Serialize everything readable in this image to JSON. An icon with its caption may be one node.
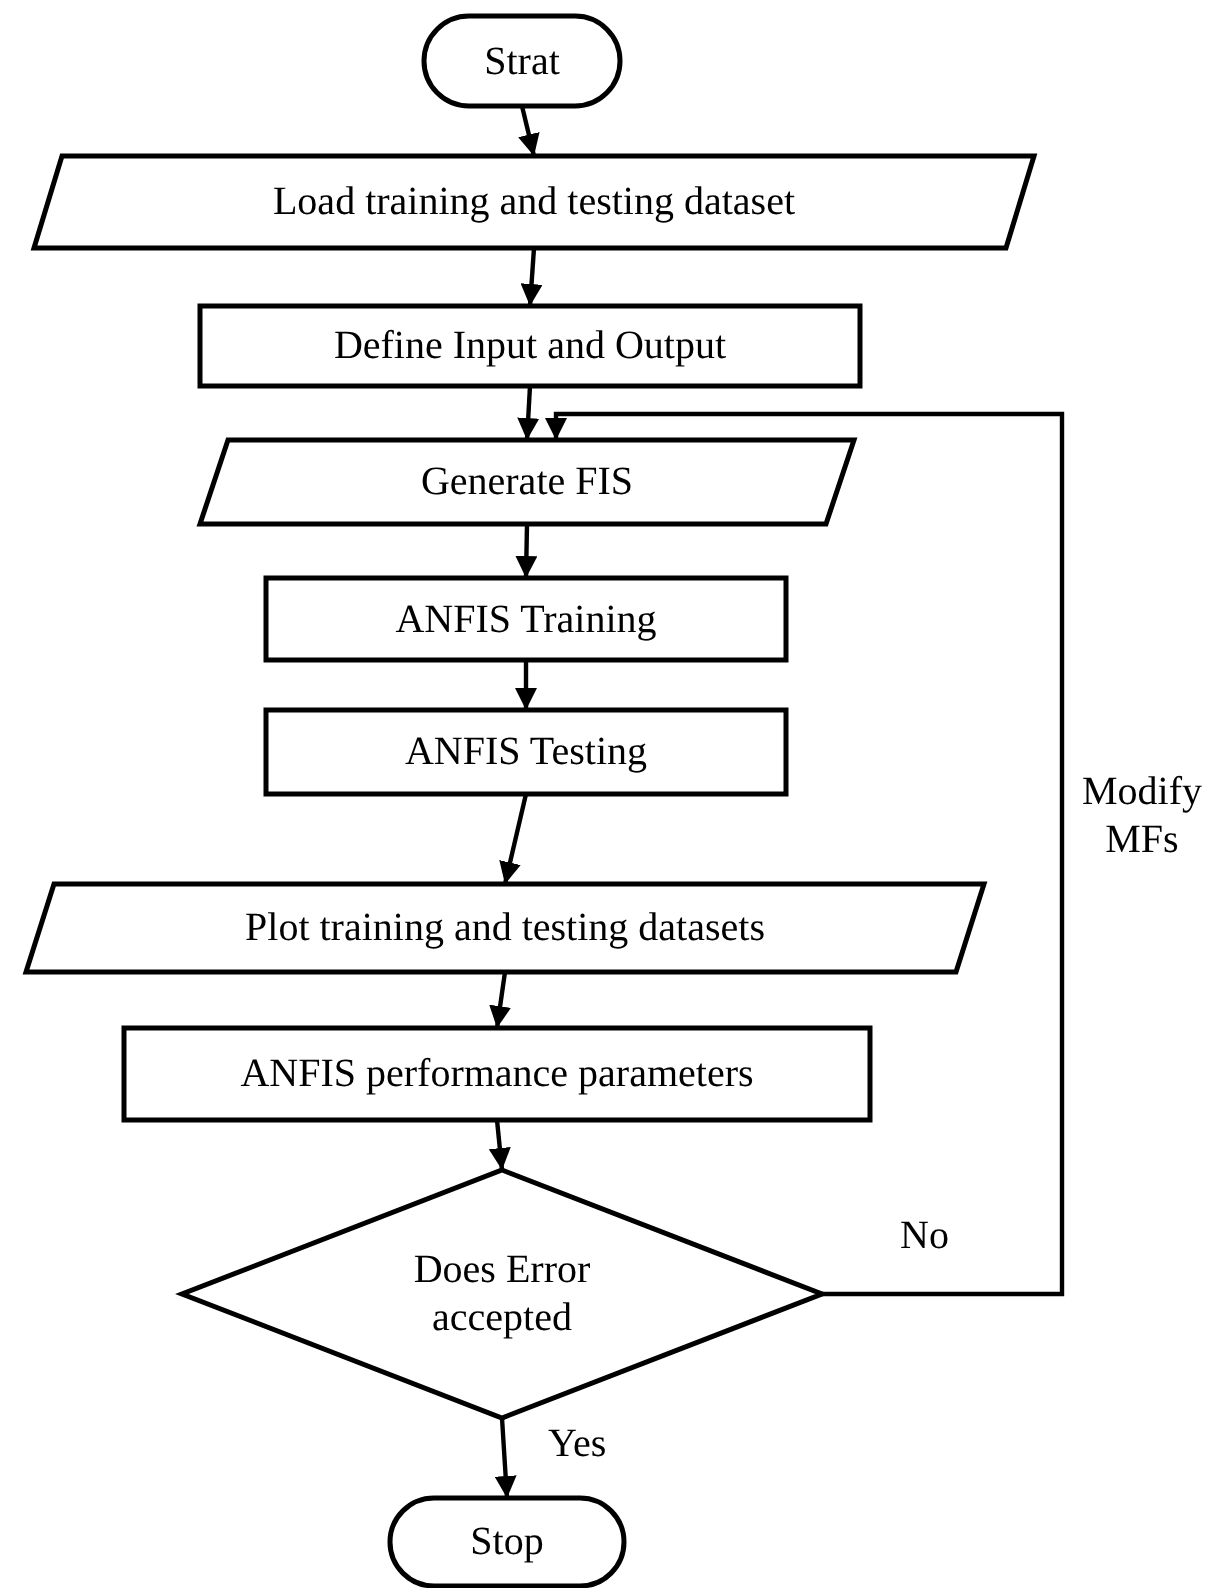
{
  "diagram": {
    "nodes": [
      {
        "text": [
          "Strat"
        ]
      },
      {
        "text": [
          "Load training and testing dataset"
        ]
      },
      {
        "text": [
          "Define Input and Output"
        ]
      },
      {
        "text": [
          "Generate  FIS"
        ]
      },
      {
        "text": [
          "ANFIS Training"
        ]
      },
      {
        "text": [
          "ANFIS Testing"
        ]
      },
      {
        "text": [
          "Plot training and testing datasets"
        ]
      },
      {
        "text": [
          "ANFIS performance parameters"
        ]
      },
      {
        "text": [
          "Does Error accepted"
        ]
      },
      {
        "text": [
          "Stop"
        ]
      }
    ],
    "edges": [
      {
        "from": 0,
        "to": 1,
        "arrow": "to"
      },
      {
        "from": 1,
        "to": 2,
        "arrow": "to"
      },
      {
        "from": 2,
        "to": 3,
        "arrow": "to"
      },
      {
        "from": 3,
        "to": 4,
        "arrow": "to"
      },
      {
        "from": 4,
        "to": 5,
        "arrow": "to"
      },
      {
        "from": 5,
        "to": 6,
        "arrow": "to"
      },
      {
        "from": 6,
        "to": 7,
        "arrow": "to"
      },
      {
        "from": 7,
        "to": 8,
        "arrow": "to"
      },
      {
        "from": 8,
        "to": 9,
        "label": "Yes",
        "arrow": "to"
      },
      {
        "from": 8,
        "to": 3,
        "label": "No",
        "arrow": "to"
      }
    ],
    "labels": [
      "Modify MFs"
    ]
  }
}
